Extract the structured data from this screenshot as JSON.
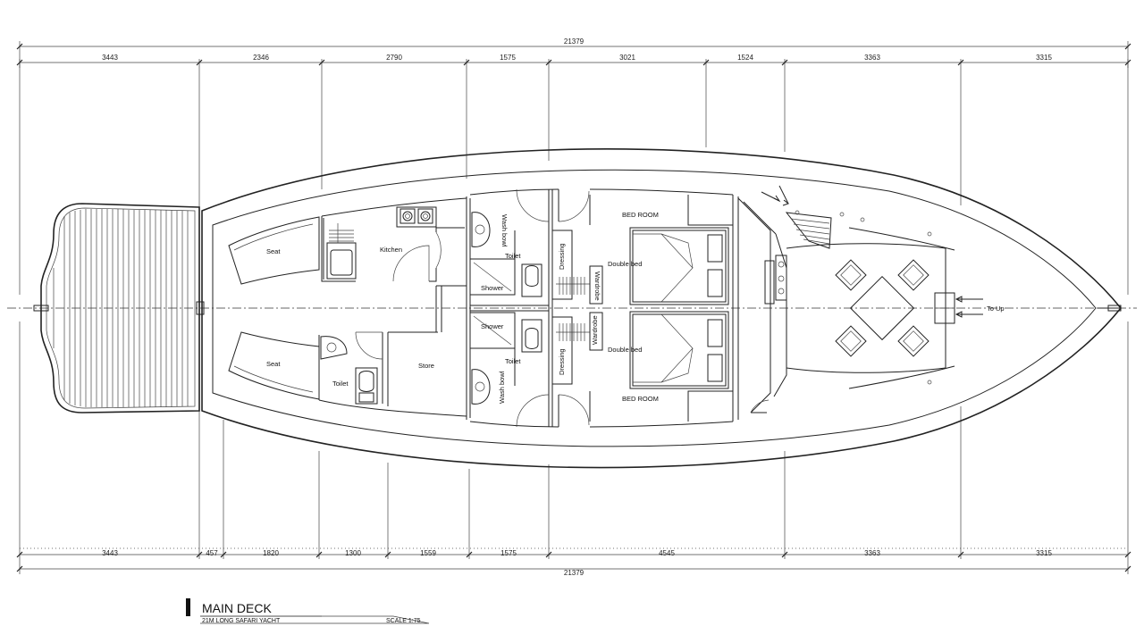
{
  "dimensions": {
    "overall_top": "21379",
    "overall_bottom": "21379",
    "top": [
      "3443",
      "2346",
      "2790",
      "1575",
      "3021",
      "1524",
      "3363",
      "3315"
    ],
    "bottom": [
      "3443",
      "457",
      "1820",
      "1300",
      "1559",
      "1575",
      "4545",
      "3363",
      "3315"
    ]
  },
  "rooms": {
    "seat_top": "Seat",
    "seat_bottom": "Seat",
    "kitchen": "Kitchen",
    "toilet_aft": "Toilet",
    "store": "Store",
    "wash_bowl_top": "Wash bowl",
    "wash_bowl_bottom": "Wash bowl",
    "toilet_top": "Toilet",
    "toilet_bottom": "Toilet",
    "shower_top": "Shower",
    "shower_bottom": "Shower",
    "dressing_top": "Dressing",
    "dressing_bottom": "Dressing",
    "wardrobe_top": "Wardrobe",
    "wardrobe_bottom": "Wardrobe",
    "bedroom_top": "BED ROOM",
    "bedroom_bottom": "BED ROOM",
    "double_bed_top": "Double bed",
    "double_bed_bottom": "Double bed",
    "to_up": "To Up"
  },
  "title_block": {
    "title": "MAIN DECK",
    "subtitle": "21M LONG SAFARI YACHT",
    "scale": "SCALE   1:75"
  }
}
